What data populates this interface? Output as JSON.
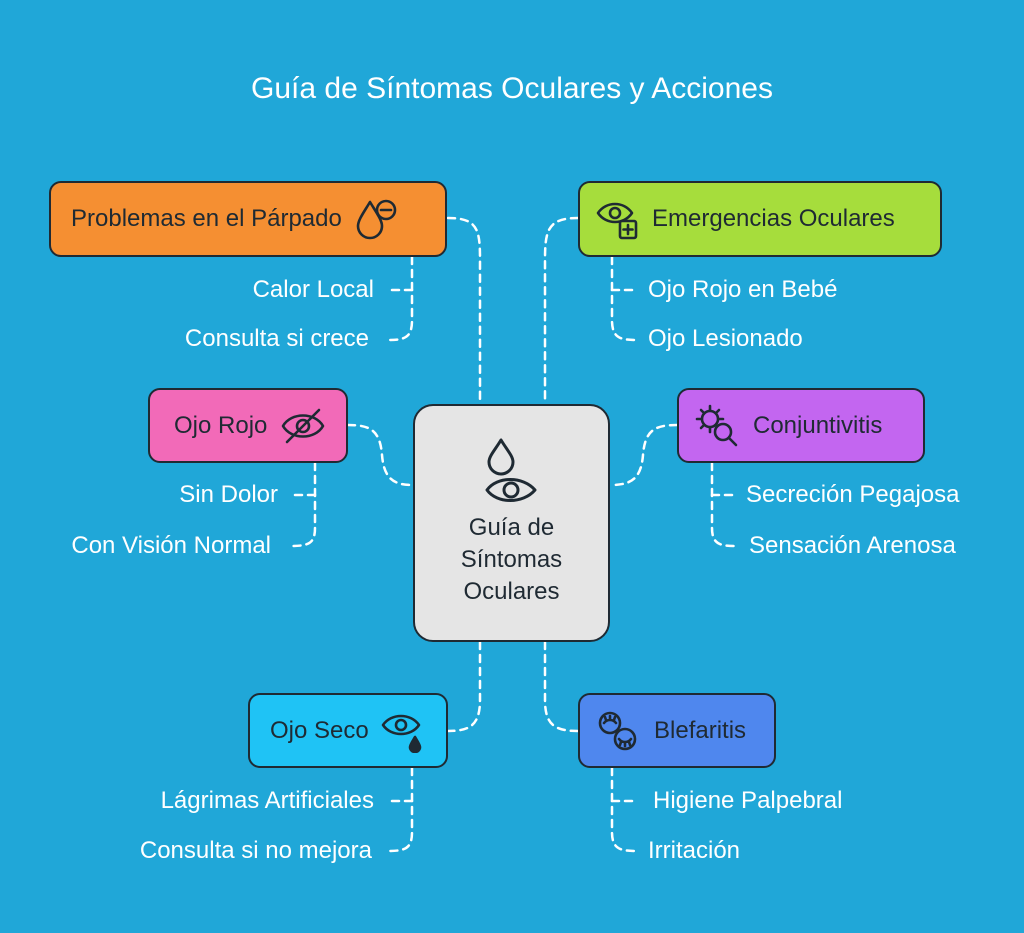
{
  "title": "Guía de Síntomas Oculares y Acciones",
  "center": {
    "lines": [
      "Guía de",
      "Síntomas",
      "Oculares"
    ],
    "icon": "eye-drop-icon"
  },
  "branches": [
    {
      "label": "Problemas en el Párpado",
      "icon": "drop-minus-icon",
      "color": "#f58f32",
      "items": [
        "Calor Local",
        "Consulta si crece"
      ]
    },
    {
      "label": "Emergencias Oculares",
      "icon": "eye-medkit-icon",
      "color": "#a6dd3c",
      "items": [
        "Ojo Rojo en Bebé",
        "Ojo Lesionado"
      ]
    },
    {
      "label": "Ojo Rojo",
      "icon": "eye-off-icon",
      "color": "#f26ab8",
      "items": [
        "Sin Dolor",
        "Con Visión Normal"
      ]
    },
    {
      "label": "Conjuntivitis",
      "icon": "virus-search-icon",
      "color": "#c366f0",
      "items": [
        "Secreción Pegajosa",
        "Sensación Arenosa"
      ]
    },
    {
      "label": "Ojo Seco",
      "icon": "eye-tear-icon",
      "color": "#1fc3f5",
      "items": [
        "Lágrimas Artificiales",
        "Consulta si no mejora"
      ]
    },
    {
      "label": "Blefaritis",
      "icon": "eyelid-icon",
      "color": "#4f87ee",
      "items": [
        "Higiene Palpebral",
        "Irritación"
      ]
    }
  ]
}
